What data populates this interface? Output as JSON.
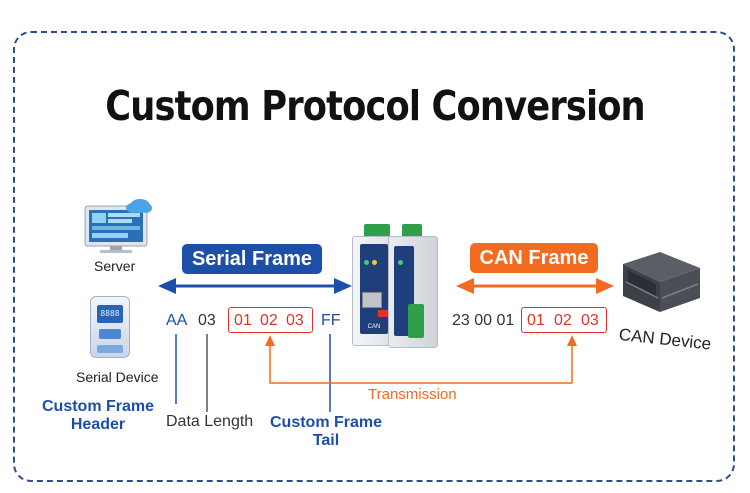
{
  "title": "Custom Protocol Conversion",
  "labels": {
    "server": "Server",
    "serial_device": "Serial Device",
    "can_device": "CAN Device",
    "serial_frame": "Serial Frame",
    "can_frame": "CAN Frame",
    "transmission": "Transmission",
    "custom_frame_header_1": "Custom Frame",
    "custom_frame_header_2": "Header",
    "data_length": "Data Length",
    "custom_frame_tail_1": "Custom Frame",
    "custom_frame_tail_2": "Tail"
  },
  "serial_bytes": {
    "header": "AA",
    "length": "03",
    "data": [
      "01",
      "02",
      "03"
    ],
    "tail": "FF"
  },
  "can_bytes": {
    "id": "23 00 01",
    "data": [
      "01",
      "02",
      "03"
    ]
  },
  "device_marks": {
    "module_brand": "CAN",
    "display_value": "8888"
  },
  "colors": {
    "blue": "#1d4fa8",
    "orange": "#f26b21",
    "red": "#e0322a",
    "border": "#2d4d8e"
  }
}
